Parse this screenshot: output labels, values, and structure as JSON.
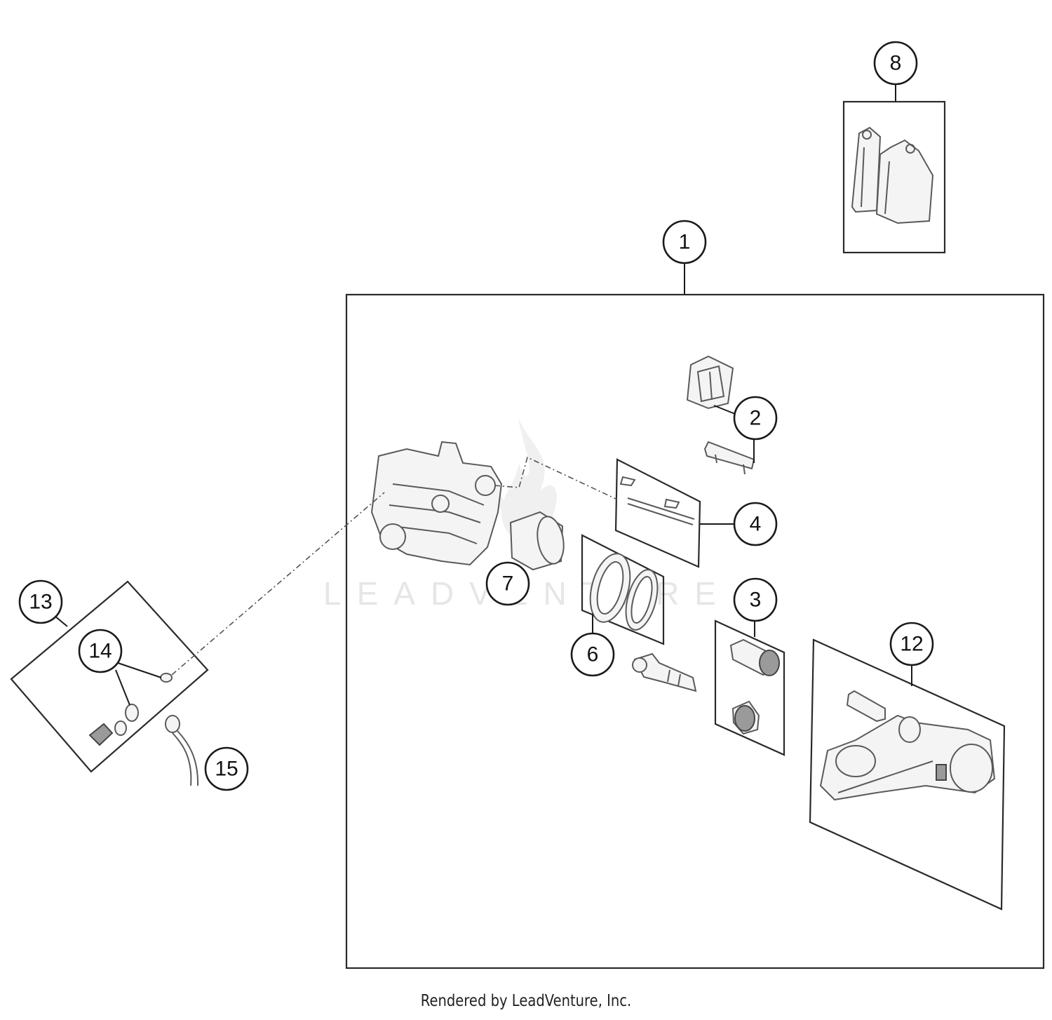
{
  "callouts": {
    "c1": "1",
    "c2": "2",
    "c3": "3",
    "c4": "4",
    "c6": "6",
    "c7": "7",
    "c8": "8",
    "c12": "12",
    "c13": "13",
    "c14": "14",
    "c15": "15"
  },
  "watermark": {
    "text": "LEADVENTURE"
  },
  "footer": {
    "credit": "Rendered by LeadVenture, Inc."
  },
  "colors": {
    "line": "#1a1a1a",
    "part_stroke": "#5a5a5a",
    "watermark": "#e6e6e6"
  }
}
